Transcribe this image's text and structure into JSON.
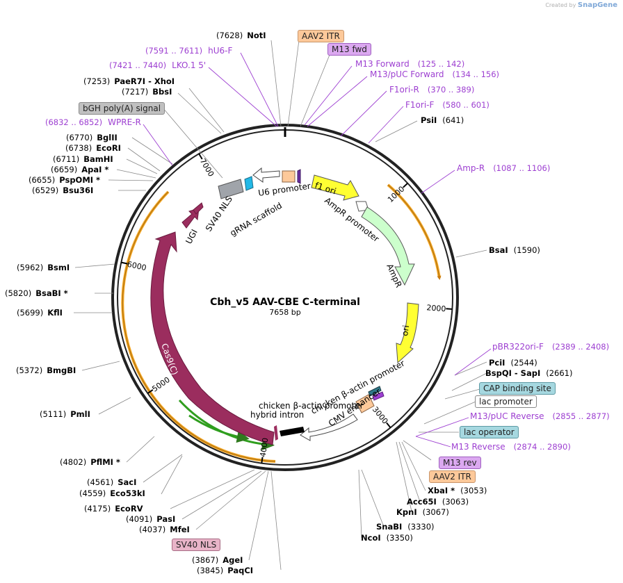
{
  "brand": {
    "prefix": "Created by",
    "name": "SnapGene"
  },
  "plasmid": {
    "name": "Cbh_v5 AAV-CBE C-terminal",
    "length": "7658 bp"
  },
  "ticks": [
    {
      "label": "1000",
      "pos": 1000
    },
    {
      "label": "2000",
      "pos": 2000
    },
    {
      "label": "3000",
      "pos": 3000
    },
    {
      "label": "4000",
      "pos": 4000
    },
    {
      "label": "5000",
      "pos": 5000
    },
    {
      "label": "6000",
      "pos": 6000
    },
    {
      "label": "7000",
      "pos": 7000
    }
  ],
  "enzymes": [
    {
      "id": "noti",
      "pos": 7628,
      "name": "NotI",
      "coord": "(7628)"
    },
    {
      "id": "paer7i",
      "pos": 7253,
      "name": "PaeR7I  - XhoI",
      "coord": "(7253)"
    },
    {
      "id": "bbsi",
      "pos": 7217,
      "name": "BbsI",
      "coord": "(7217)"
    },
    {
      "id": "bglii",
      "pos": 6770,
      "name": "BglII",
      "coord": "(6770)"
    },
    {
      "id": "ecori",
      "pos": 6738,
      "name": "EcoRI",
      "coord": "(6738)"
    },
    {
      "id": "bamhi",
      "pos": 6711,
      "name": "BamHI",
      "coord": "(6711)"
    },
    {
      "id": "apai",
      "pos": 6659,
      "name": "ApaI *",
      "coord": "(6659)"
    },
    {
      "id": "pspomi",
      "pos": 6655,
      "name": "PspOMI *",
      "coord": "(6655)"
    },
    {
      "id": "bsu36i",
      "pos": 6529,
      "name": "Bsu36I",
      "coord": "(6529)"
    },
    {
      "id": "bsmi",
      "pos": 5962,
      "name": "BsmI",
      "coord": "(5962)"
    },
    {
      "id": "bsabi",
      "pos": 5820,
      "name": "BsaBI *",
      "coord": "(5820)"
    },
    {
      "id": "kfli",
      "pos": 5699,
      "name": "KflI",
      "coord": "(5699)"
    },
    {
      "id": "bmgbi",
      "pos": 5372,
      "name": "BmgBI",
      "coord": "(5372)"
    },
    {
      "id": "pmli",
      "pos": 5111,
      "name": "PmlI",
      "coord": "(5111)"
    },
    {
      "id": "pflmi",
      "pos": 4802,
      "name": "PflMI *",
      "coord": "(4802)"
    },
    {
      "id": "saci",
      "pos": 4561,
      "name": "SacI",
      "coord": "(4561)"
    },
    {
      "id": "eco53ki",
      "pos": 4559,
      "name": "Eco53kI",
      "coord": "(4559)"
    },
    {
      "id": "ecorv",
      "pos": 4175,
      "name": "EcoRV",
      "coord": "(4175)"
    },
    {
      "id": "pasi",
      "pos": 4091,
      "name": "PasI",
      "coord": "(4091)"
    },
    {
      "id": "mfei",
      "pos": 4037,
      "name": "MfeI",
      "coord": "(4037)"
    },
    {
      "id": "agei",
      "pos": 3867,
      "name": "AgeI",
      "coord": "(3867)"
    },
    {
      "id": "paqci",
      "pos": 3845,
      "name": "PaqCI",
      "coord": "(3845)"
    },
    {
      "id": "psii",
      "pos": 641,
      "name": "PsiI",
      "coord": "(641)"
    },
    {
      "id": "bsai",
      "pos": 1590,
      "name": "BsaI",
      "coord": "(1590)"
    },
    {
      "id": "pcii",
      "pos": 2544,
      "name": "PciI",
      "coord": "(2544)"
    },
    {
      "id": "bspqi",
      "pos": 2661,
      "name": "BspQI  - SapI",
      "coord": "(2661)"
    },
    {
      "id": "xbai",
      "pos": 3053,
      "name": "XbaI *",
      "coord": "(3053)"
    },
    {
      "id": "acc65i",
      "pos": 3063,
      "name": "Acc65I",
      "coord": "(3063)"
    },
    {
      "id": "kpni",
      "pos": 3067,
      "name": "KpnI",
      "coord": "(3067)"
    },
    {
      "id": "snabi",
      "pos": 3330,
      "name": "SnaBI",
      "coord": "(3330)"
    },
    {
      "id": "ncoi",
      "pos": 3350,
      "name": "NcoI",
      "coord": "(3350)"
    }
  ],
  "primers": [
    {
      "id": "hu6f",
      "name": "hU6-F",
      "coord": "(7591 .. 7611)",
      "pos": 7601
    },
    {
      "id": "lko",
      "name": "LKO.1 5'",
      "coord": "(7421 .. 7440)",
      "pos": 7431
    },
    {
      "id": "wpre",
      "name": "WPRE-R",
      "coord": "(6832 .. 6852)",
      "pos": 6842
    },
    {
      "id": "m13f",
      "name": "M13 Forward",
      "coord": "(125 .. 142)",
      "pos": 133
    },
    {
      "id": "m13puc",
      "name": "M13/pUC Forward",
      "coord": "(134 .. 156)",
      "pos": 145
    },
    {
      "id": "f1orir",
      "name": "F1ori-R",
      "coord": "(370 .. 389)",
      "pos": 380
    },
    {
      "id": "f1orif",
      "name": "F1ori-F",
      "coord": "(580 .. 601)",
      "pos": 590
    },
    {
      "id": "ampr",
      "name": "Amp-R",
      "coord": "(1087 .. 1106)",
      "pos": 1096
    },
    {
      "id": "pbr",
      "name": "pBR322ori-F",
      "coord": "(2389 .. 2408)",
      "pos": 2398
    },
    {
      "id": "m13pucrev",
      "name": "M13/pUC Reverse",
      "coord": "(2855 .. 2877)",
      "pos": 2866
    },
    {
      "id": "m13rev",
      "name": "M13 Reverse",
      "coord": "(2874 .. 2890)",
      "pos": 2882
    }
  ],
  "boxed_features": [
    {
      "id": "aav2itr-top",
      "name": "AAV2 ITR",
      "color": "#fdc99a",
      "border": "#c8956a"
    },
    {
      "id": "m13fwd",
      "name": "M13 fwd",
      "color": "#dba8f0",
      "border": "#9f5fc0"
    },
    {
      "id": "bgh",
      "name": "bGH poly(A) signal",
      "color": "#c0c0c0",
      "border": "#8a8a8a"
    },
    {
      "id": "cap",
      "name": "CAP binding site",
      "color": "#a6d8e0",
      "border": "#5d9aa4"
    },
    {
      "id": "lacprom",
      "name": "lac promoter",
      "color": "#ffffff",
      "border": "#888888"
    },
    {
      "id": "lacop",
      "name": "lac operator",
      "color": "#a6d8e0",
      "border": "#5d9aa4"
    },
    {
      "id": "m13revbox",
      "name": "M13 rev",
      "color": "#dba8f0",
      "border": "#9f5fc0"
    },
    {
      "id": "aav2itr-bot",
      "name": "AAV2 ITR",
      "color": "#fdc99a",
      "border": "#c8956a"
    },
    {
      "id": "sv40nls-box",
      "name": "SV40 NLS",
      "color": "#e8b4c8",
      "border": "#a86b84"
    }
  ],
  "features": [
    {
      "id": "f1ori",
      "name": "f1 ori",
      "color": "#ffff33"
    },
    {
      "id": "amprprom",
      "name": "AmpR promoter",
      "color": "#ffffff"
    },
    {
      "id": "ampr",
      "name": "AmpR",
      "color": "#ccffcc"
    },
    {
      "id": "ori",
      "name": "ori",
      "color": "#ffff33"
    },
    {
      "id": "cmv",
      "name": "CMV enhancer",
      "color": "#ffffff"
    },
    {
      "id": "cba",
      "name": "chicken β-actin promoter",
      "color": "#ffffff"
    },
    {
      "id": "intron",
      "name": "hybrid intron",
      "color": "#ffffff"
    },
    {
      "id": "cas9c",
      "name": "Cas9(C)",
      "color": "#9b2d5e"
    },
    {
      "id": "ugi",
      "name": "UGI",
      "color": "#9b2d5e"
    },
    {
      "id": "sv40nls",
      "name": "SV40 NLS",
      "color": "#9b2d5e"
    },
    {
      "id": "grna",
      "name": "gRNA scaffold",
      "color": "#22b8e6"
    },
    {
      "id": "u6",
      "name": "U6 promoter",
      "color": "#ffffff"
    }
  ],
  "colors": {
    "primer": "#9d3fd1",
    "enzyme": "#000000",
    "orange_arc": "#f5a623",
    "green_arc": "#2f9e1e"
  }
}
